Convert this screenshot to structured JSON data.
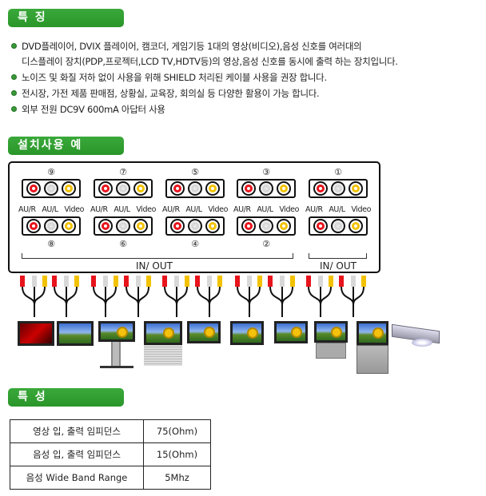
{
  "features": {
    "title": "특 징",
    "bullets": [
      {
        "lines": [
          "DVD플레이어, DVIX 플레이어, 캠코더, 게임기등 1대의 영상(비디오),음성 신호를 여러대의",
          "디스플레이 장치(PDP,프로젝터,LCD TV,HDTV등)의 영상,음성 신호를 동시에 출력 하는 장치입니다."
        ]
      },
      {
        "lines": [
          "노이즈 및 화질 저하 없이 사용을 위해 SHIELD 처리된 케이블 사용을 권장 합니다."
        ]
      },
      {
        "lines": [
          "전시장, 가전 제품 판매점, 상황실, 교육장, 회의실 등 다양한 활용이 가능 합니다."
        ]
      },
      {
        "lines": [
          "외부 전원 DC9V 600mA 아답터 사용"
        ]
      }
    ]
  },
  "install": {
    "title": "설치사용 예",
    "groups": [
      {
        "top": "⑨",
        "bottom": "⑧"
      },
      {
        "top": "⑦",
        "bottom": "⑥"
      },
      {
        "top": "⑤",
        "bottom": "④"
      },
      {
        "top": "③",
        "bottom": "②"
      },
      {
        "top": "①",
        "bottom": ""
      }
    ],
    "jack_labels": [
      "AU/R",
      "AU/L",
      "Video"
    ],
    "io_label_main": "IN/ OUT",
    "io_label_source": "IN/ OUT",
    "colors": {
      "red": "#e8141c",
      "white": "#d8d8d8",
      "yellow": "#f2c200",
      "green": "#2e9e2e"
    }
  },
  "specs": {
    "title": "특 성",
    "rows": [
      {
        "name": "영상 입, 출력 임피던스",
        "value": "75(Ohm)"
      },
      {
        "name": "음성 입, 출력 임피던스",
        "value": "15(Ohm)"
      },
      {
        "name": "음성 Wide Band Range",
        "value": "5Mhz"
      }
    ]
  }
}
